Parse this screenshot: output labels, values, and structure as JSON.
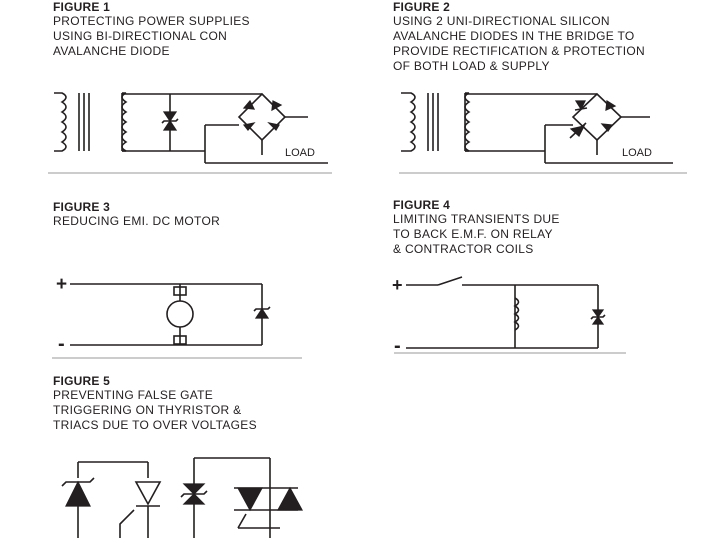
{
  "figures": [
    {
      "title": "FIGURE 1",
      "description": "PROTECTING POWER SUPPLIES\nUSING BI-DIRECTIONAL CON\nAVALANCHE DIODE",
      "load_label": "LOAD"
    },
    {
      "title": "FIGURE 2",
      "description": "USING 2 UNI-DIRECTIONAL SILICON\nAVALANCHE DIODES IN THE BRIDGE TO\nPROVIDE RECTIFICATION & PROTECTION\nOF BOTH LOAD & SUPPLY",
      "load_label": "LOAD"
    },
    {
      "title": "FIGURE 3",
      "description": "REDUCING EMI. DC MOTOR",
      "plus_label": "+",
      "minus_label": "-"
    },
    {
      "title": "FIGURE 4",
      "description": "LIMITING TRANSIENTS DUE\nTO BACK E.M.F. ON RELAY\n& CONTRACTOR COILS",
      "plus_label": "+",
      "minus_label": "-"
    },
    {
      "title": "FIGURE 5",
      "description": "PREVENTING FALSE GATE\nTRIGGERING ON THYRISTOR &\nTRIACS DUE TO OVER VOLTAGES"
    }
  ]
}
